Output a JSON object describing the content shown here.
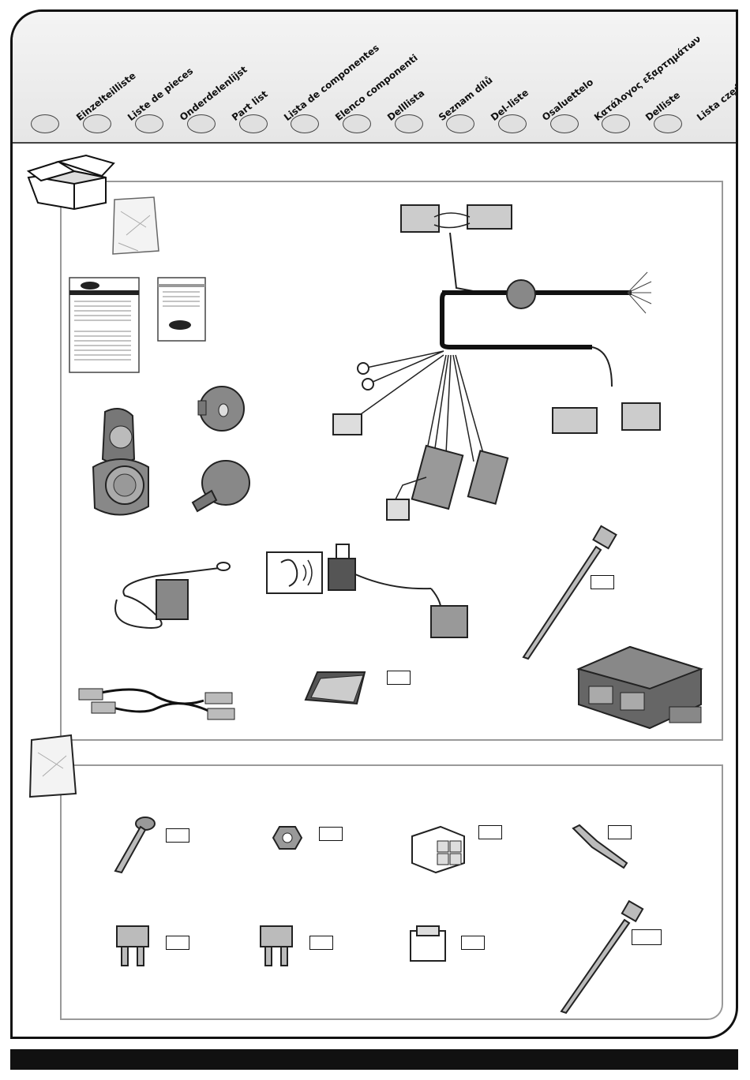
{
  "header": {
    "languages": [
      "Einzelteilliste",
      "Liste de pieces",
      "Onderdelenlijst",
      "Part list",
      "Lista de componentes",
      "Elenco componenti",
      "Delllista",
      "Seznam dílů",
      "Del-liste",
      "Osaluettelo",
      "Κατάλογος εξαρτημάτων",
      "Delliste",
      "Lista części"
    ]
  },
  "icons": {
    "box": "open-box-icon",
    "bag": "plastic-bag-icon",
    "ear": "ear-sound-icon"
  },
  "colors": {
    "frame": "#111111",
    "panel_border": "#999999",
    "header_bg": "#e6e6e6"
  }
}
